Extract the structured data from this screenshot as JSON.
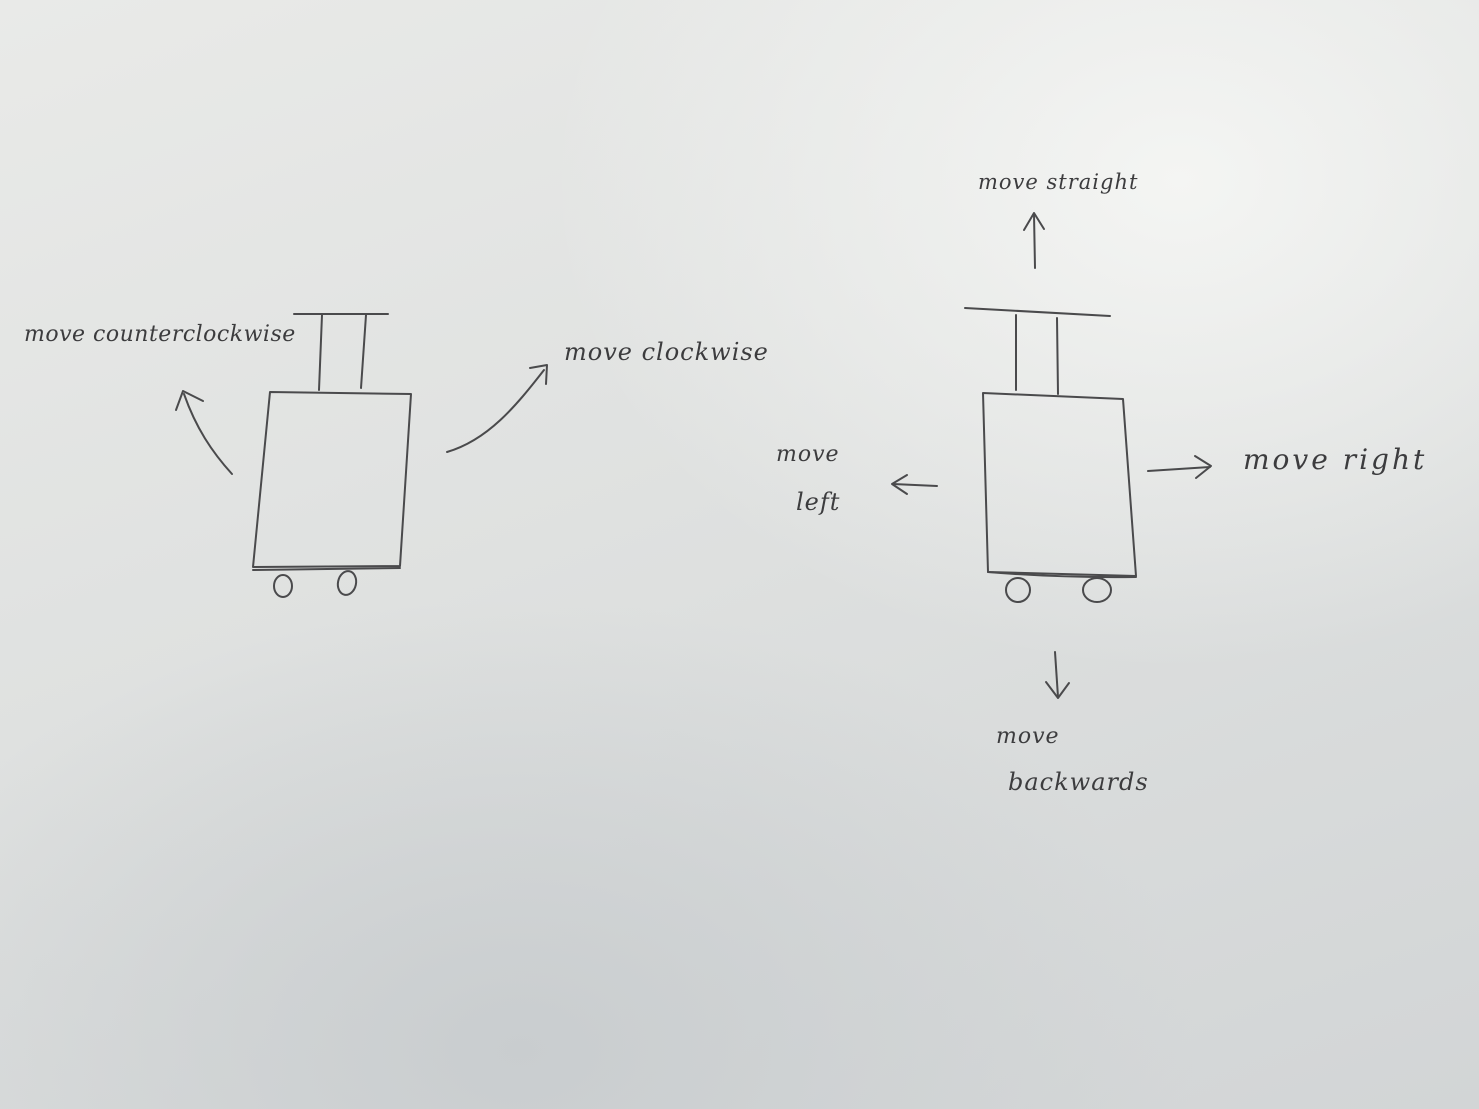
{
  "labels": {
    "ccw": "move counterclockwise",
    "cw": "move clockwise",
    "straight": "move straight",
    "left_1": "move",
    "left_2": "left",
    "right": "move right",
    "back_1": "move",
    "back_2": "backwards"
  },
  "colors": {
    "pencil": "#4a4a4c",
    "paper": "#e2e3e2"
  }
}
